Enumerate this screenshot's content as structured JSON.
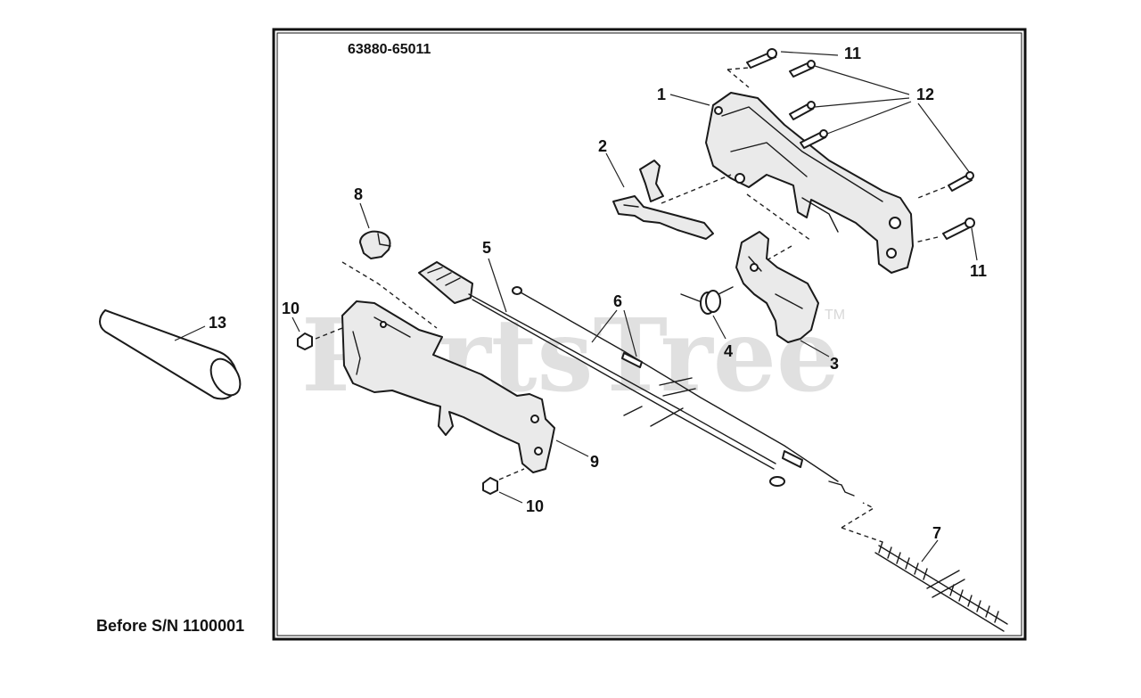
{
  "diagram_code": "63880-65011",
  "serial_note": "Before S/N 1100001",
  "watermark": "PartsTree",
  "watermark_tm": "TM",
  "callouts": {
    "c1": "1",
    "c2": "2",
    "c3": "3",
    "c4": "4",
    "c5": "5",
    "c6": "6",
    "c7": "7",
    "c8": "8",
    "c9": "9",
    "c10a": "10",
    "c10b": "10",
    "c11a": "11",
    "c11b": "11",
    "c12": "12",
    "c13": "13"
  }
}
